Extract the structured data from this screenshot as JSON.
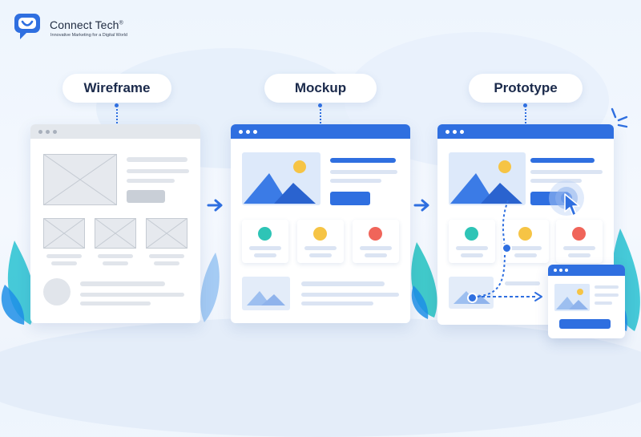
{
  "brand": {
    "name": "Connect Tech",
    "registered": "®",
    "tagline": "Innovative Marketing for a Digital World"
  },
  "stages": [
    {
      "label": "Wireframe"
    },
    {
      "label": "Mockup"
    },
    {
      "label": "Prototype"
    }
  ],
  "colors": {
    "accent": "#2f6fe0",
    "teal": "#2ec4b6",
    "yellow": "#f6c445",
    "coral": "#f0655a",
    "wireframe_gray": "#e6e9ee"
  }
}
